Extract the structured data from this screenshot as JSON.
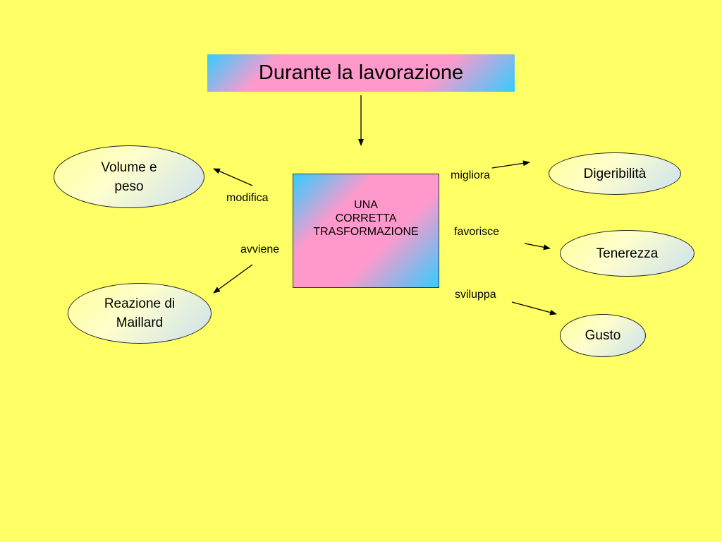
{
  "title": "Durante la lavorazione",
  "center": {
    "lines": [
      "UNA",
      "CORRETTA",
      "TRASFORMAZIONE"
    ]
  },
  "nodes": {
    "volume": {
      "lines": [
        "Volume e",
        "peso"
      ]
    },
    "maillard": {
      "lines": [
        "Reazione di",
        "Maillard"
      ]
    },
    "digeribilita": {
      "lines": [
        "Digeribilità"
      ]
    },
    "tenerezza": {
      "lines": [
        "Tenerezza"
      ]
    },
    "gusto": {
      "lines": [
        "Gusto"
      ]
    }
  },
  "edges": {
    "modifica": "modifica",
    "avviene": "avviene",
    "migliora": "migliora",
    "favorisce": "favorisce",
    "sviluppa": "sviluppa"
  },
  "colors": {
    "background": "#ffff66",
    "gradient_cyan": "#33ccff",
    "gradient_pink": "#ff99cc",
    "ellipse_yellow": "#ffffcc",
    "ellipse_blue": "#cce0f0"
  }
}
